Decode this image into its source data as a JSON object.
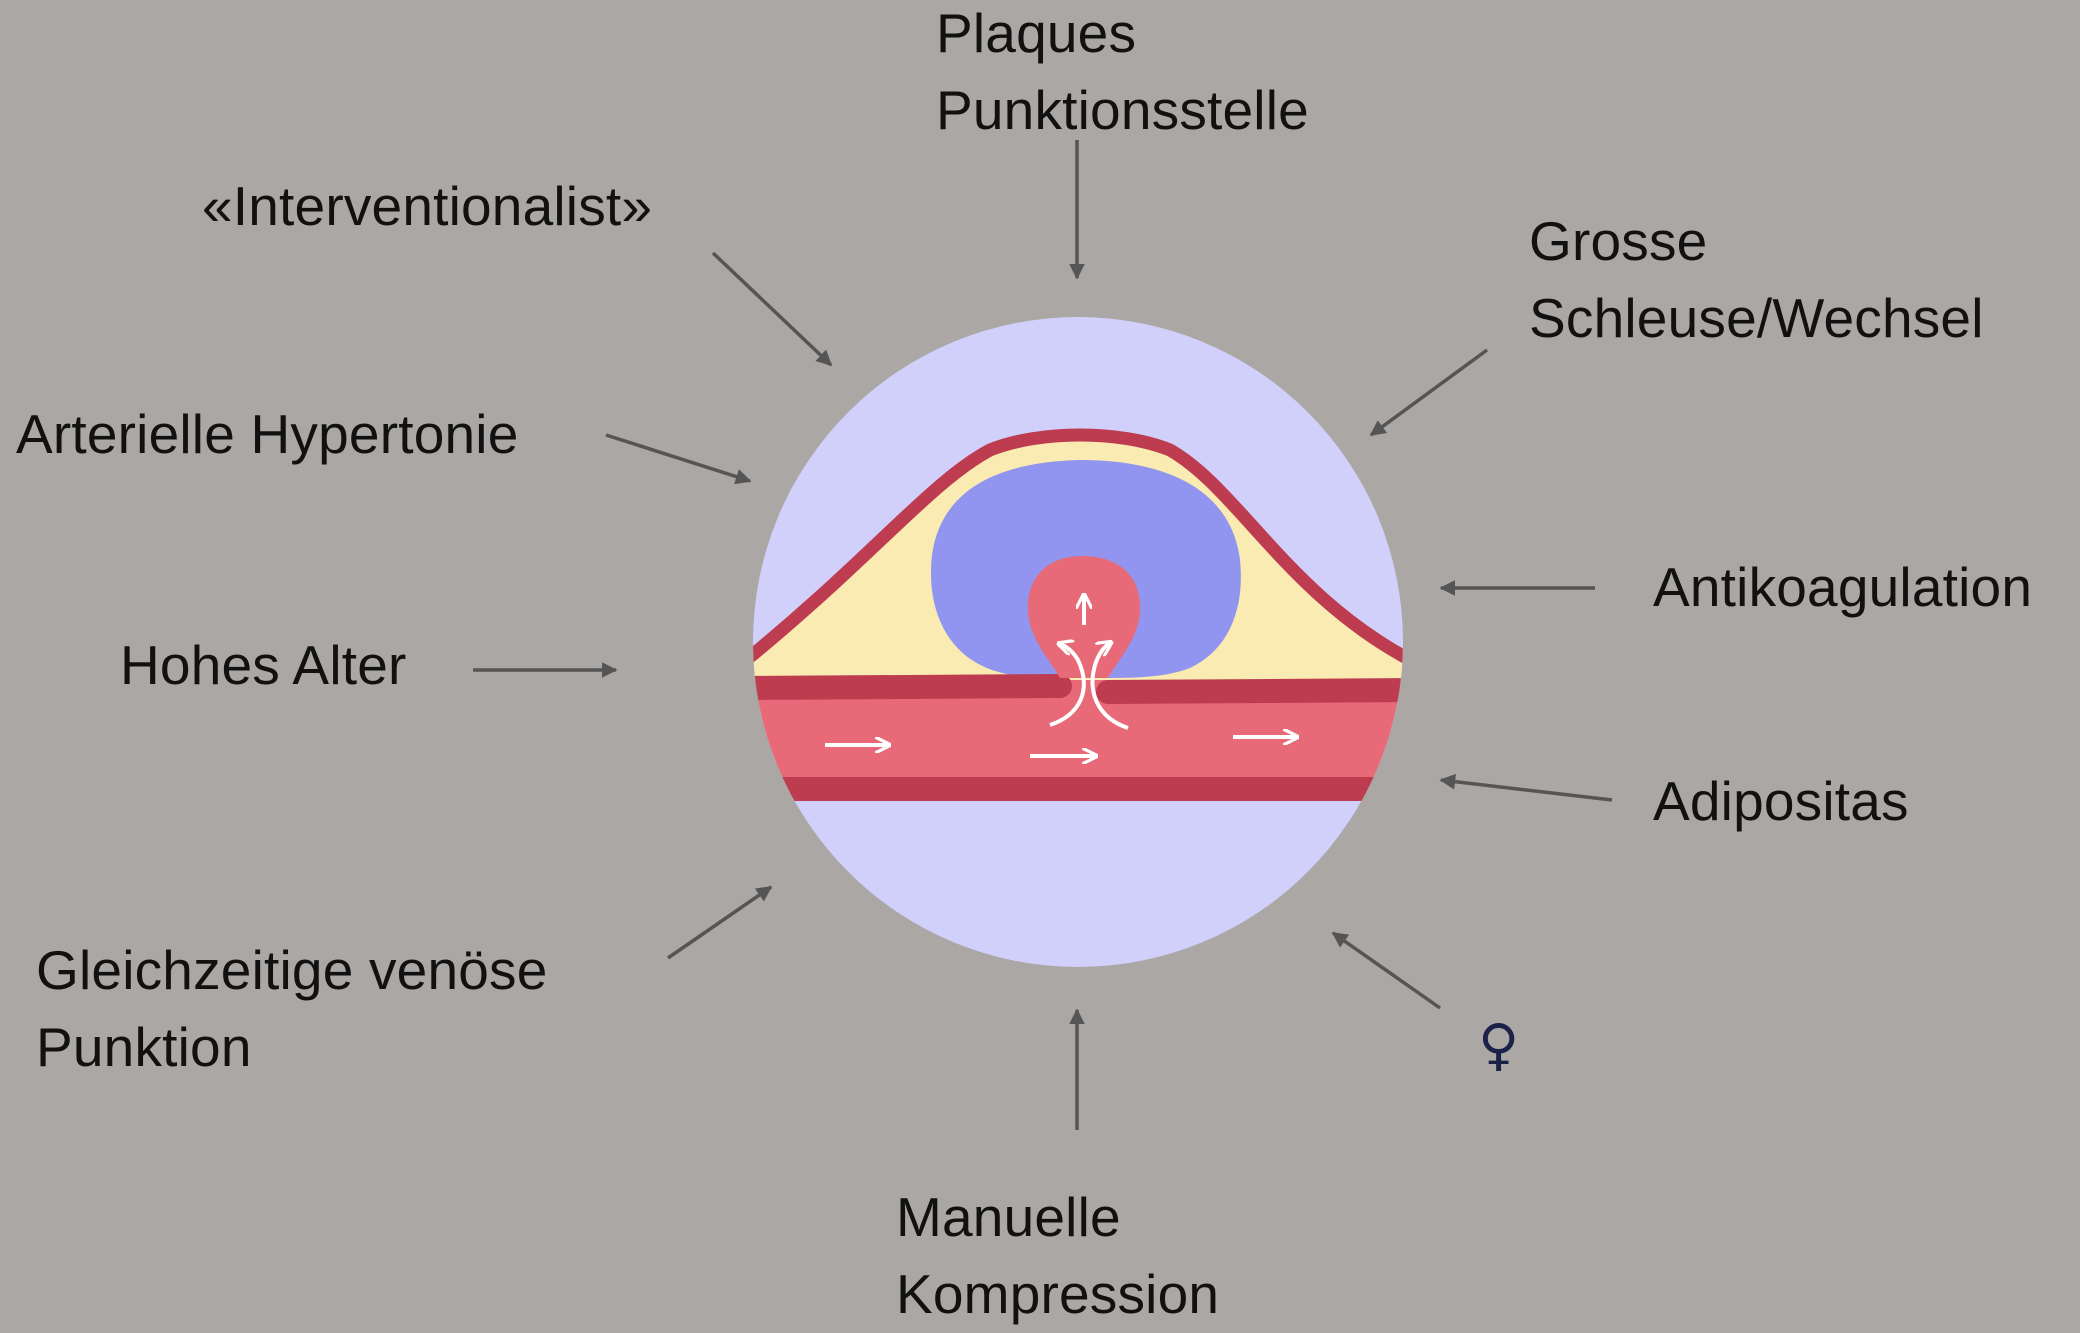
{
  "center": {
    "name": "pseudoaneurysm-illustration"
  },
  "factors": {
    "top": [
      "Plaques",
      "Punktionsstelle"
    ],
    "top_left": "«Interventionalist»",
    "top_right": [
      "Grosse",
      "Schleuse/Wechsel"
    ],
    "left_upper": "Arterielle Hypertonie",
    "left_middle": "Hohes Alter",
    "right_middle": "Antikoagulation",
    "right_lower": "Adipositas",
    "bottom_left": [
      "Gleichzeitige venöse",
      "Punktion"
    ],
    "bottom": [
      "Manuelle",
      "Kompression"
    ],
    "bottom_right_symbol": "♀"
  },
  "colors": {
    "background": "#aaa7a4",
    "circle": "#d1d0fb",
    "fat_layer": "#f9ebb2",
    "aneurysm_sac": "#9195ef",
    "blood": "#e86a78",
    "vessel_wall": "#bd3c50",
    "arrow": "#555555",
    "female_symbol": "#1b2148"
  }
}
